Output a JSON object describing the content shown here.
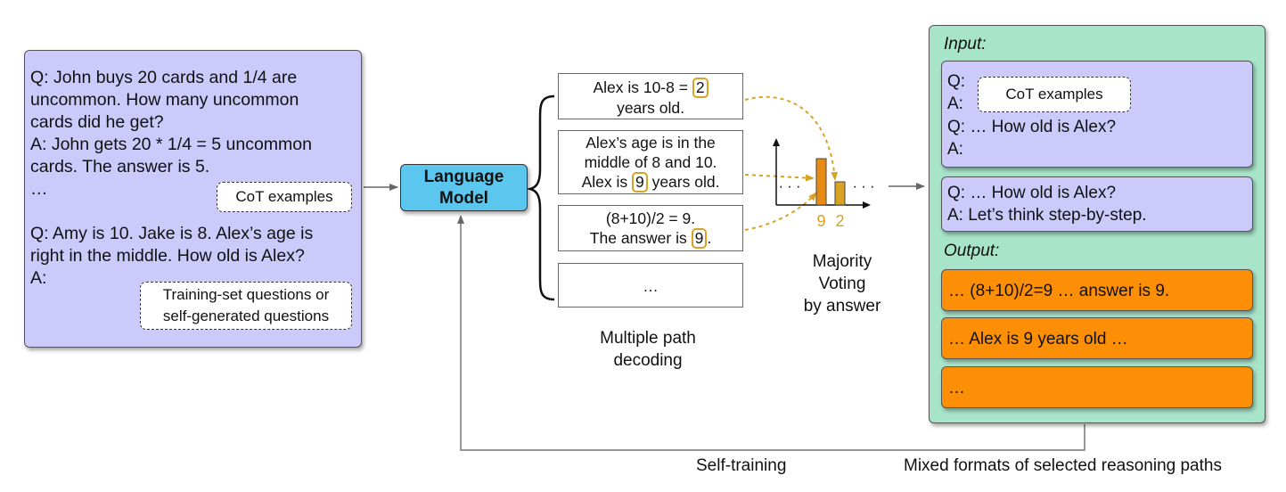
{
  "prompt": {
    "lines": [
      "Q: John buys 20 cards and 1/4 are",
      "uncommon. How many uncommon",
      "cards did he get?",
      "A: John gets 20 * 1/4 = 5 uncommon",
      "cards. The answer is 5.",
      "…",
      "Q: Amy is 10. Jake is 8. Alex’s age is",
      "right in the middle. How old is Alex?",
      "A:"
    ],
    "cot_tag": "CoT examples",
    "questions_tag_line1": "Training-set questions or",
    "questions_tag_line2": "self-generated questions"
  },
  "model": {
    "line1": "Language",
    "line2": "Model"
  },
  "paths": {
    "p1": {
      "pre": "Alex is 10-8 = ",
      "answer": "2",
      "line2": "years old."
    },
    "p2": {
      "line1": "Alex’s age is in the",
      "line2": "middle of 8 and 10.",
      "pre": "Alex is ",
      "answer": "9",
      "post": " years old."
    },
    "p3": {
      "line1": "(8+10)/2 = 9.",
      "pre": "The answer is ",
      "answer": "9",
      "post": "."
    },
    "p4": {
      "text": "…"
    }
  },
  "decoding_caption": {
    "line1": "Multiple path",
    "line2": "decoding"
  },
  "voting": {
    "caption_line1": "Majority",
    "caption_line2": "Voting",
    "caption_line3": "by answer",
    "left_dots": "· · ·",
    "right_dots": "· · ·",
    "bars": [
      {
        "label": "9",
        "votes": 2
      },
      {
        "label": "2",
        "votes": 1
      }
    ]
  },
  "output_panel": {
    "input_label": "Input:",
    "input1": {
      "q1": "Q:",
      "a1": "A:",
      "cot_tag": "CoT examples",
      "q2": "Q: … How old is Alex?",
      "a2": "A:"
    },
    "input2": {
      "q": "Q: … How old is Alex?",
      "a": "A: Let’s think step-by-step."
    },
    "output_label": "Output:",
    "outputs": [
      "… (8+10)/2=9 … answer is 9.",
      "… Alex is 9 years old …",
      "…"
    ]
  },
  "bottom": {
    "self_training": "Self-training",
    "mixed_formats": "Mixed formats of selected reasoning paths"
  },
  "colors": {
    "prompt_bg": "#ccc9fb",
    "model_bg": "#5bc6ee",
    "panel_bg": "#a8e4ca",
    "output_bg": "#fc8f06",
    "highlight": "#d8a325",
    "bar": "#e88b12"
  }
}
